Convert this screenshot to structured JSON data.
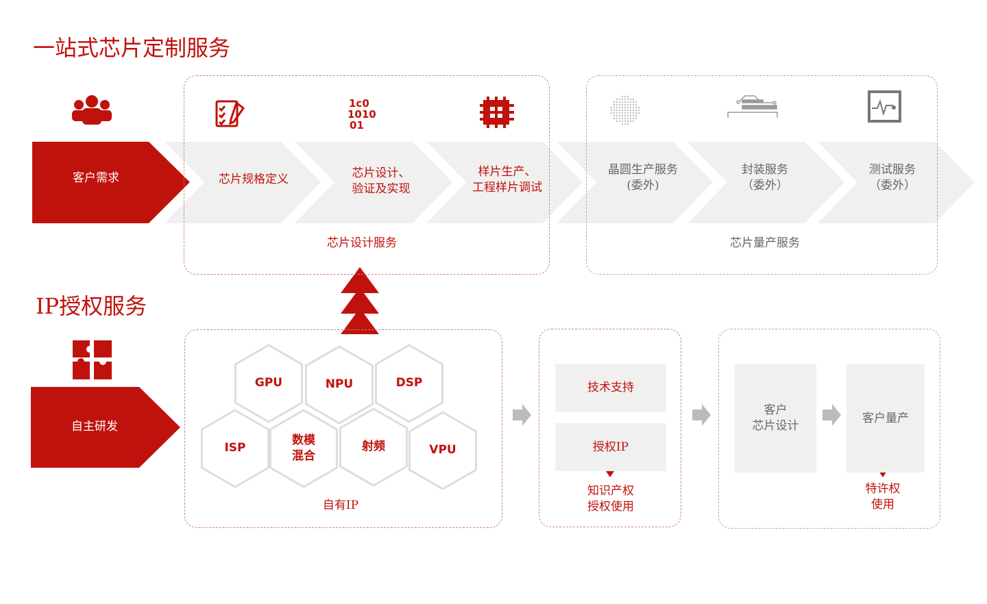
{
  "section1": {
    "title": "一站式芯片定制服务",
    "steps": [
      "客户需求",
      "芯片规格定义",
      "芯片设计、\n验证及实现",
      "样片生产、\n工程样片调试",
      "晶圆生产服务\n(委外)",
      "封装服务\n（委外）",
      "测试服务\n（委外）"
    ],
    "design_group": "芯片设计服务",
    "production_group": "芯片量产服务"
  },
  "section2": {
    "title": "IP授权服务",
    "source": "自主研发",
    "hexes": [
      "GPU",
      "NPU",
      "DSP",
      "ISP",
      "数模\n混合",
      "射频",
      "VPU"
    ],
    "own_ip": "自有IP",
    "tech_support": "技术支持",
    "license_ip": "授权IP",
    "ip_license_use": "知识产权\n授权使用",
    "customer_design": "客户\n芯片设计",
    "customer_mass": "客户量产",
    "license_use": "特许权\n使用"
  },
  "colors": {
    "accent": "#c0120c",
    "grey_fill": "#f0f0f0"
  }
}
